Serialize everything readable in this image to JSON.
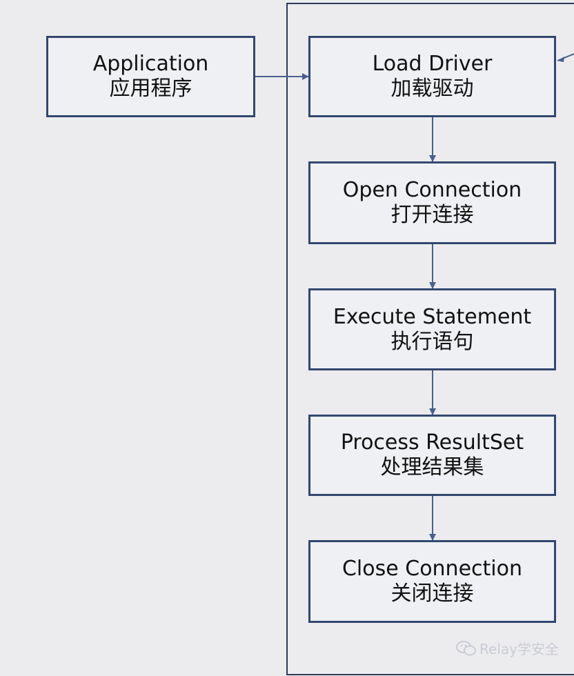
{
  "nodes": {
    "application": {
      "en": "Application",
      "zh": "应用程序"
    },
    "load_driver": {
      "en": "Load Driver",
      "zh": "加载驱动"
    },
    "open_connection": {
      "en": "Open Connection",
      "zh": "打开连接"
    },
    "execute_statement": {
      "en": "Execute Statement",
      "zh": "执行语句"
    },
    "process_resultset": {
      "en": "Process ResultSet",
      "zh": "处理结果集"
    },
    "close_connection": {
      "en": "Close Connection",
      "zh": "关闭连接"
    }
  },
  "watermark": {
    "text": "Relay学安全"
  },
  "colors": {
    "border": "#32476e",
    "arrow": "#4a5f8c",
    "background": "#ececef",
    "box_fill": "#eef0f3"
  }
}
